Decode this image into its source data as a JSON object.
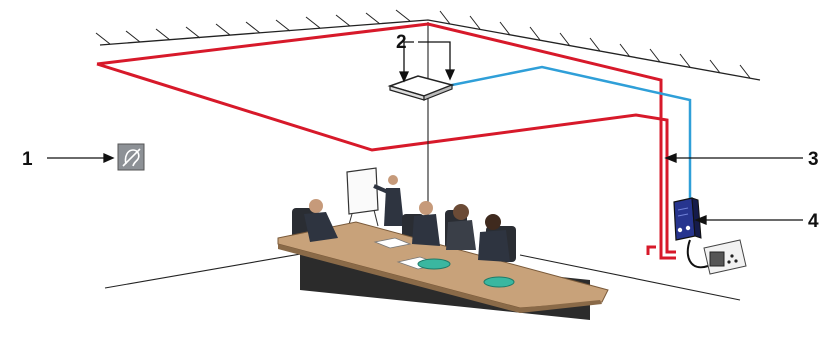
{
  "callouts": [
    {
      "id": "1",
      "label": "1",
      "target": "induction-loop-sign"
    },
    {
      "id": "2",
      "label": "2",
      "target": "ceiling-amplifier-unit"
    },
    {
      "id": "3",
      "label": "3",
      "target": "loop-cable"
    },
    {
      "id": "4",
      "label": "4",
      "target": "wall-driver-unit"
    }
  ],
  "colors": {
    "loop_cable": "#d7192a",
    "signal_cable": "#2f9fd8",
    "driver_unit": "#27358f",
    "line_art": "#222222",
    "table_top": "#c8a27a",
    "table_base": "#2b2b2b",
    "suit": "#2e3440",
    "plate": "#3ab7a0"
  },
  "icons": {
    "sign": "hearing-loop-ear-icon",
    "socket": "power-socket-icon"
  }
}
